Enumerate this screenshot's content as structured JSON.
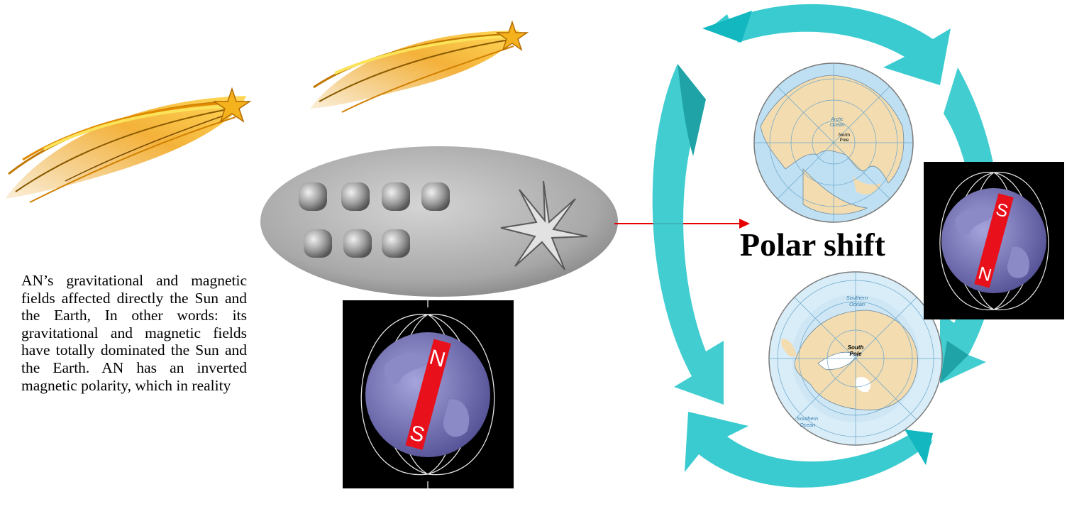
{
  "text": {
    "paragraph": "AN’s gravitational and magnetic fields affected directly the Sun and the Earth, In other words: its gravitational and magnetic fields have totally dominated the Sun and the Earth. AN has an inverted magnetic polarity, which in reality",
    "polar_shift": "Polar shift"
  },
  "maps": {
    "north": {
      "ocean_line1": "Arctic",
      "ocean_line2": "Ocean",
      "pole_line1": "North",
      "pole_line2": "Pole"
    },
    "south": {
      "ocean_top_line1": "Southern",
      "ocean_top_line2": "Ocean",
      "pole_line1": "South",
      "pole_line2": "Pole",
      "ocean_bottom_line1": "Southern",
      "ocean_bottom_line2": "Ocean"
    }
  },
  "magnets": {
    "center": {
      "top_letter": "N",
      "bottom_letter": "S"
    },
    "right": {
      "top_letter": "S",
      "bottom_letter": "N"
    }
  },
  "colors": {
    "arrow_light": "#2ec8cc",
    "arrow_dark": "#1fa3a6",
    "connector": "#e60000",
    "magnet_red": "#e8101a",
    "planet": "#7a78b8",
    "land": "#f2dcb0",
    "ocean": "#bfe0f2"
  }
}
